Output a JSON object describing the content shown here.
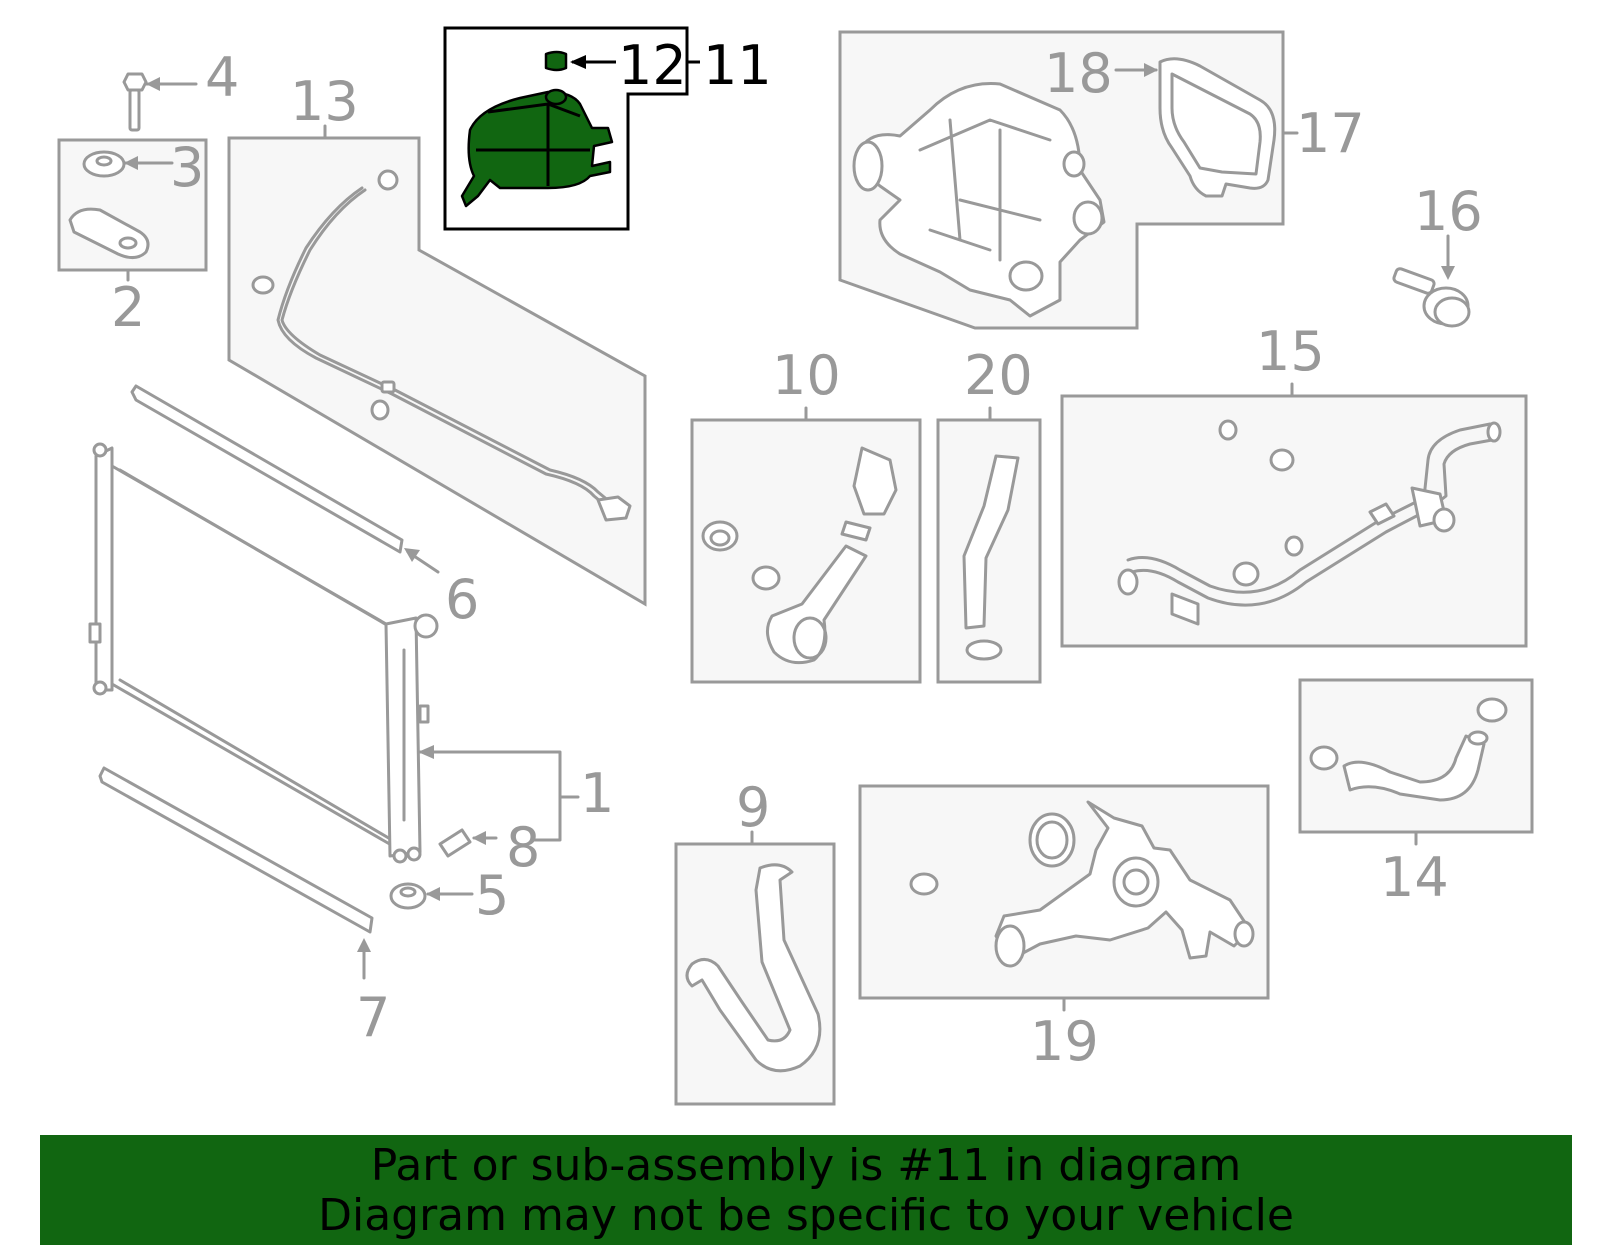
{
  "callouts": {
    "c1": "1",
    "c2": "2",
    "c3": "3",
    "c4": "4",
    "c5": "5",
    "c6": "6",
    "c7": "7",
    "c8": "8",
    "c9": "9",
    "c10": "10",
    "c11": "11",
    "c12": "12",
    "c13": "13",
    "c14": "14",
    "c15": "15",
    "c16": "16",
    "c17": "17",
    "c18": "18",
    "c19": "19",
    "c20": "20"
  },
  "highlighted_part": "11",
  "colors": {
    "highlight": "#116611",
    "linework": "#999999",
    "banner_text": "#000000"
  },
  "banner": {
    "line1": "Part or sub-assembly is #11 in diagram",
    "line2": "Diagram may not be specific to your vehicle"
  }
}
